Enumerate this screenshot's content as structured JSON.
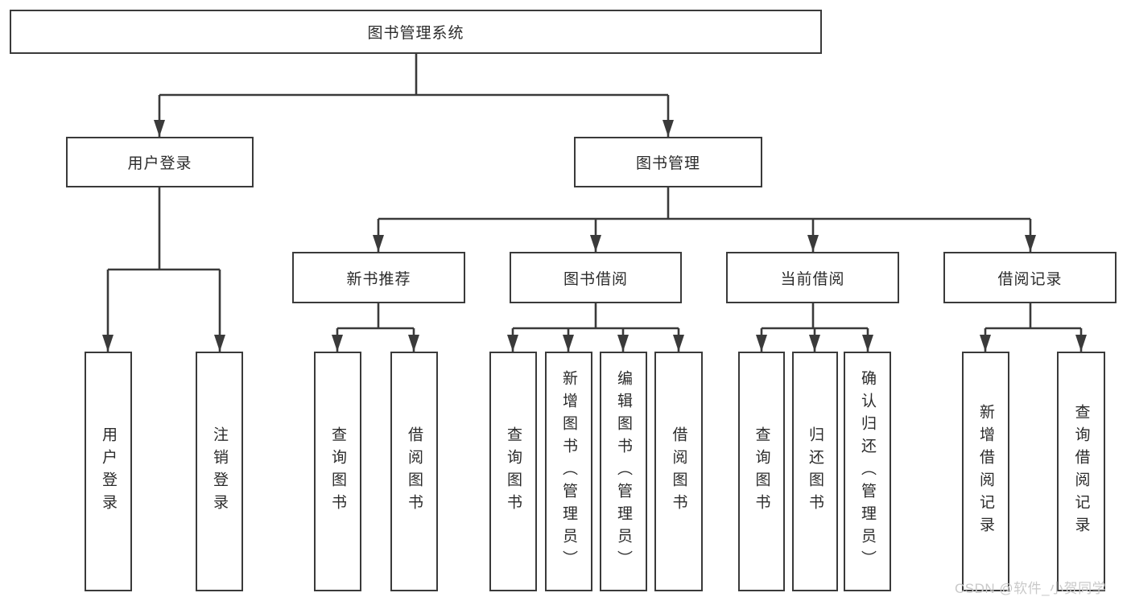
{
  "diagram": {
    "root": {
      "label": "图书管理系统"
    },
    "branches": [
      {
        "label": "用户登录",
        "children": [
          {
            "label": "用户登录"
          },
          {
            "label": "注销登录"
          }
        ]
      },
      {
        "label": "图书管理",
        "children": [
          {
            "label": "新书推荐",
            "children": [
              {
                "label": "查询图书"
              },
              {
                "label": "借阅图书"
              }
            ]
          },
          {
            "label": "图书借阅",
            "children": [
              {
                "label": "查询图书"
              },
              {
                "label": "新增图书（管理员）"
              },
              {
                "label": "编辑图书（管理员）"
              },
              {
                "label": "借阅图书"
              }
            ]
          },
          {
            "label": "当前借阅",
            "children": [
              {
                "label": "查询图书"
              },
              {
                "label": "归还图书"
              },
              {
                "label": "确认归还（管理员）"
              }
            ]
          },
          {
            "label": "借阅记录",
            "children": [
              {
                "label": "新增借阅记录"
              },
              {
                "label": "查询借阅记录"
              }
            ]
          }
        ]
      }
    ],
    "line_color": "#3a3a3a"
  },
  "watermark": {
    "text": "CSDN @软件_小贺同学"
  }
}
